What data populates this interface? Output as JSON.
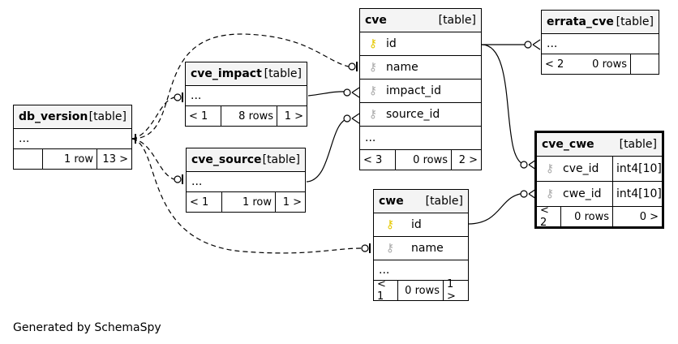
{
  "diagram": {
    "generated_by": "Generated by SchemaSpy",
    "tables": {
      "cve": {
        "name": "cve",
        "type": "[table]",
        "columns": [
          "id",
          "name",
          "impact_id",
          "source_id"
        ],
        "ellipsis": "...",
        "foot": [
          "< 3",
          "0 rows",
          "2 >"
        ]
      },
      "errata_cve": {
        "name": "errata_cve",
        "type": "[table]",
        "ellipsis": "...",
        "foot": [
          "< 2",
          "0 rows"
        ]
      },
      "cve_impact": {
        "name": "cve_impact",
        "type": "[table]",
        "ellipsis": "...",
        "foot": [
          "< 1",
          "8 rows",
          "1 >"
        ]
      },
      "db_version": {
        "name": "db_version",
        "type": "[table]",
        "ellipsis": "...",
        "foot": [
          "",
          "1 row",
          "13 >"
        ]
      },
      "cve_source": {
        "name": "cve_source",
        "type": "[table]",
        "ellipsis": "...",
        "foot": [
          "< 1",
          "1 row",
          "1 >"
        ]
      },
      "cve_cwe": {
        "name": "cve_cwe",
        "type": "[table]",
        "columns": [
          {
            "name": "cve_id",
            "type": "int4[10]"
          },
          {
            "name": "cwe_id",
            "type": "int4[10]"
          }
        ],
        "foot": [
          "< 2",
          "0 rows",
          "0 >"
        ]
      },
      "cwe": {
        "name": "cwe",
        "type": "[table]",
        "columns": [
          "id",
          "name"
        ],
        "ellipsis": "...",
        "foot": [
          "< 1",
          "0 rows",
          "1 >"
        ]
      }
    }
  }
}
